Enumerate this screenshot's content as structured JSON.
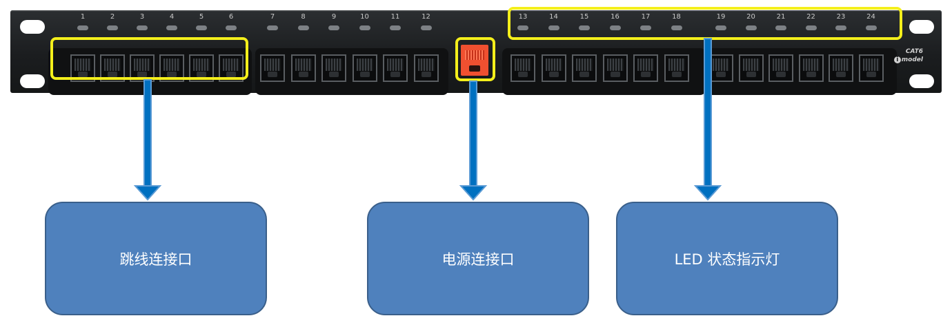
{
  "panel": {
    "brand_rating": "CAT6",
    "brand_name": "model",
    "brand_logo_letter": "i",
    "led_numbers": [
      "1",
      "2",
      "3",
      "4",
      "5",
      "6",
      "7",
      "8",
      "9",
      "10",
      "11",
      "12",
      "13",
      "14",
      "15",
      "16",
      "17",
      "18",
      "19",
      "20",
      "21",
      "22",
      "23",
      "24"
    ]
  },
  "labels": {
    "patch_ports": "跳线连接口",
    "power_port": "电源连接口",
    "led_status": "LED 状态指示灯"
  },
  "colors": {
    "highlight": "#f4ef1b",
    "arrow": "#0070c0",
    "label_fill": "#4f81bd",
    "power_port": "#f05030"
  }
}
